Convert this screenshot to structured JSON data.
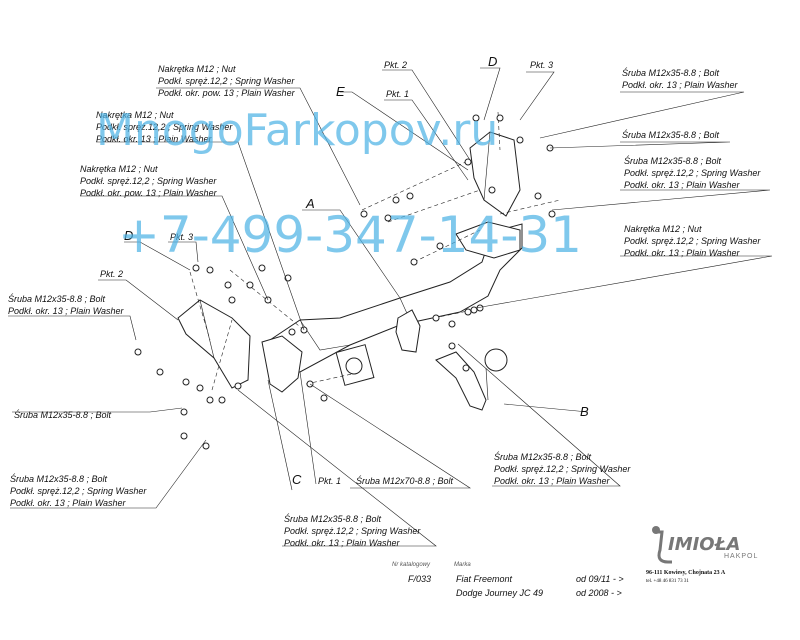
{
  "watermark": {
    "line1": "MnogoFarkopov.ru",
    "line2": "+7-499-347-14-31"
  },
  "parts": {
    "A": "A",
    "B": "B",
    "C": "C",
    "D": "D",
    "E": "E"
  },
  "points": {
    "pkt1": "Pkt. 1",
    "pkt2": "Pkt. 2",
    "pkt3": "Pkt. 3"
  },
  "labels": {
    "nut": "Nakrętka  M12 ; Nut",
    "spring_washer": "Podkł. spręż.12,2 ; Spring Washer",
    "plain_washer_pow": "Podkł. okr. pow. 13 ; Plain Washer",
    "plain_washer": "Podkł. okr. 13 ; Plain Washer",
    "bolt_35": "Śruba M12x35-8.8 ;  Bolt",
    "bolt_35b": "Śruba M12x35-8.8 ; Bolt",
    "bolt_70": "Śruba M12x70-8.8 ;  Bolt"
  },
  "info": {
    "catalog_label": "Nr katalogowy",
    "brand_label": "Marka",
    "catalog_no": "F/033",
    "models": [
      {
        "name": "Fiat Freemont",
        "from": "od 09/11 - >"
      },
      {
        "name": "Dodge Journey JC 49",
        "from": "od 2008 - >"
      }
    ]
  },
  "company": {
    "name": "IMIOŁA",
    "sub": "HAKPOL",
    "address": "96-111 Kowiesy, Chojnata 23 A",
    "phone": "tel. +48 46 831 73 31"
  },
  "colors": {
    "watermark": "#4fb3e6",
    "lines": "#222222"
  }
}
